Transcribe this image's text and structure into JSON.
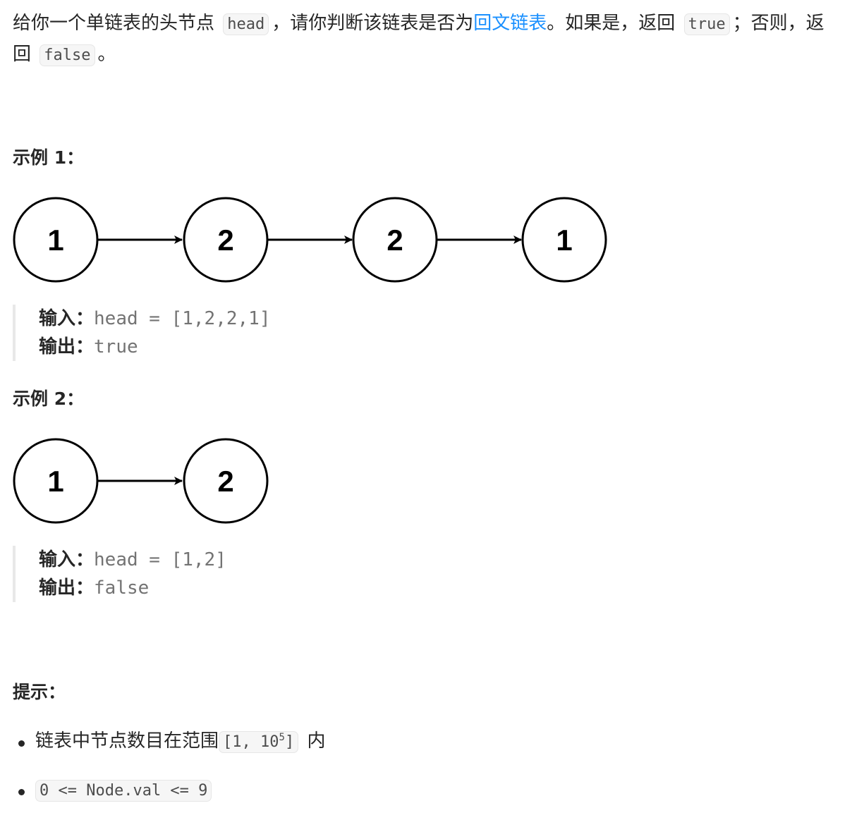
{
  "description": {
    "part1": "给你一个单链表的头节点",
    "code_head": "head",
    "part2": "，请你判断该链表是否为",
    "link_text": "回文链表",
    "part3": "。如果是，返回",
    "code_true": "true",
    "part4": "；否则，返回",
    "code_false": "false",
    "part5": "。"
  },
  "examples": [
    {
      "title": "示例 1：",
      "nodes": [
        "1",
        "2",
        "2",
        "1"
      ],
      "input_label": "输入：",
      "input_value": "head = [1,2,2,1]",
      "output_label": "输出：",
      "output_value": "true"
    },
    {
      "title": "示例 2：",
      "nodes": [
        "1",
        "2"
      ],
      "input_label": "输入：",
      "input_value": "head = [1,2]",
      "output_label": "输出：",
      "output_value": "false"
    }
  ],
  "hints": {
    "title": "提示：",
    "items": [
      {
        "text_before": "链表中节点数目在范围",
        "code_base": "[1, 10",
        "code_sup": "5",
        "code_after": "]",
        "text_after": "内"
      },
      {
        "code": "0 <= Node.val <= 9"
      }
    ]
  },
  "colors": {
    "link": "#1a90ff",
    "text": "#262626",
    "code_bg": "#f6f6f6",
    "quote_border": "#e8e8e8"
  }
}
